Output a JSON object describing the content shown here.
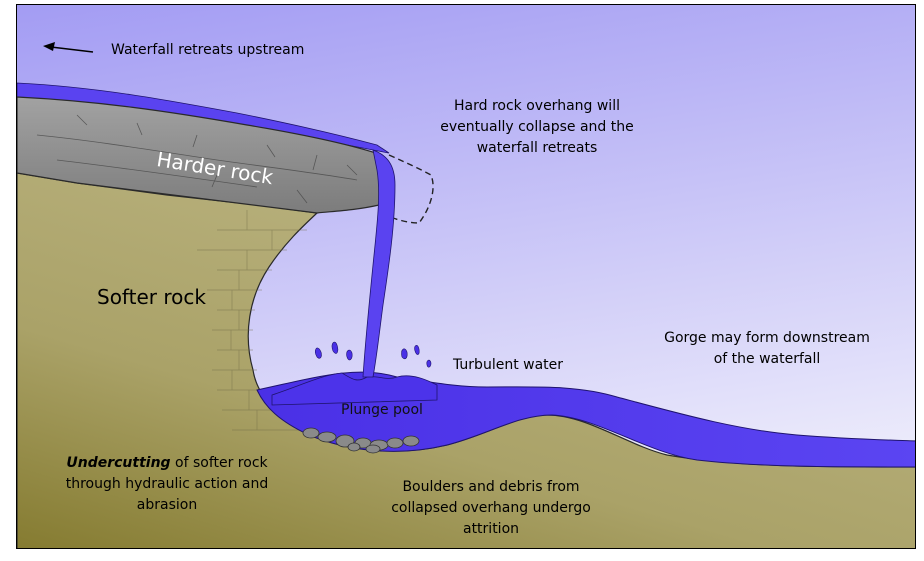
{
  "arrow_label": "Waterfall retreats upstream",
  "harder_rock": "Harder rock",
  "softer_rock": "Softer rock",
  "overhang": [
    "Hard rock overhang will",
    "eventually collapse and the",
    "waterfall retreats"
  ],
  "turbulent": "Turbulent water",
  "plunge_pool": "Plunge pool",
  "gorge": [
    "Gorge may form downstream",
    "of the waterfall"
  ],
  "undercutting": {
    "emph": "Undercutting",
    "rest": " of softer rock",
    "line2": "through hydraulic action and",
    "line3": "abrasion"
  },
  "boulders": [
    "Boulders and debris from",
    "collapsed overhang undergo",
    "attrition"
  ],
  "colors": {
    "sky_top": "#a39cf3",
    "sky_bottom": "#ecebfb",
    "ground_top": "#b9b27f",
    "ground_bottom": "#8c8235",
    "hard_rock": "#8c8c8c",
    "water": "#5a3ff0",
    "water_dark": "#3c23d2"
  }
}
